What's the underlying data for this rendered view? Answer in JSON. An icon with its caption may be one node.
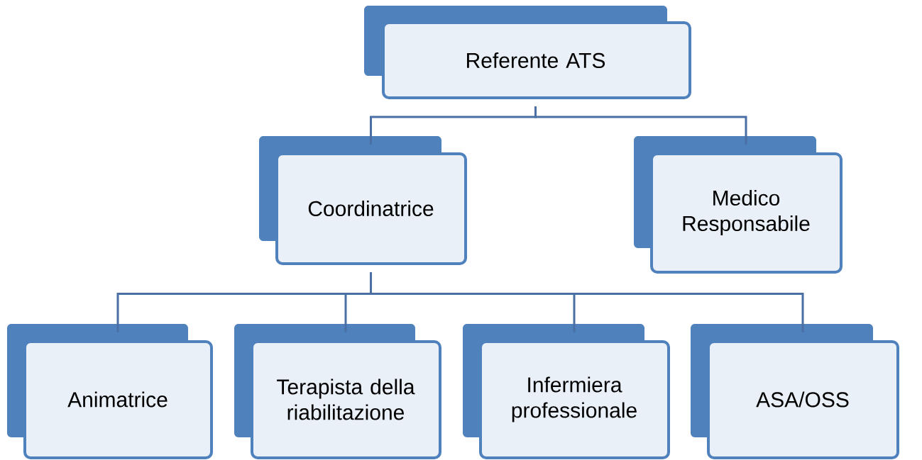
{
  "diagram": {
    "nodes": [
      {
        "text": [
          "Referente ATS"
        ]
      },
      {
        "text": [
          "Coordinatrice"
        ]
      },
      {
        "text": [
          "Medico Responsabile"
        ]
      },
      {
        "text": [
          "Animatrice"
        ]
      },
      {
        "text": [
          "Terapista della riabilitazione"
        ]
      },
      {
        "text": [
          "Infermiera professionale"
        ]
      },
      {
        "text": [
          "ASA/OSS"
        ]
      }
    ],
    "edges": [
      {
        "from": 0,
        "to": 1,
        "arrow": "none"
      },
      {
        "from": 0,
        "to": 2,
        "arrow": "none"
      },
      {
        "from": 1,
        "to": 3,
        "arrow": "none"
      },
      {
        "from": 1,
        "to": 4,
        "arrow": "none"
      },
      {
        "from": 1,
        "to": 5,
        "arrow": "none"
      },
      {
        "from": 1,
        "to": 6,
        "arrow": "none"
      }
    ]
  }
}
